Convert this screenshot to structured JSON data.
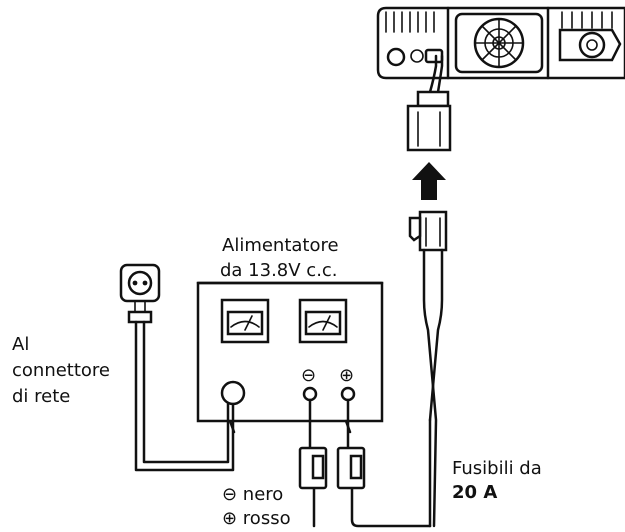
{
  "labels": {
    "power_supply_line1": "Alimentatore",
    "power_supply_line2": "da 13.8V c.c.",
    "mains_line1": "Al",
    "mains_line2": "connettore",
    "mains_line3": "di rete",
    "fuses_line1": "Fusibili da",
    "fuses_line2": "20 A",
    "minus_symbol": "⊖",
    "plus_symbol": "⊕",
    "black_wire": "⊖ nero",
    "red_wire": "⊕ rosso"
  }
}
